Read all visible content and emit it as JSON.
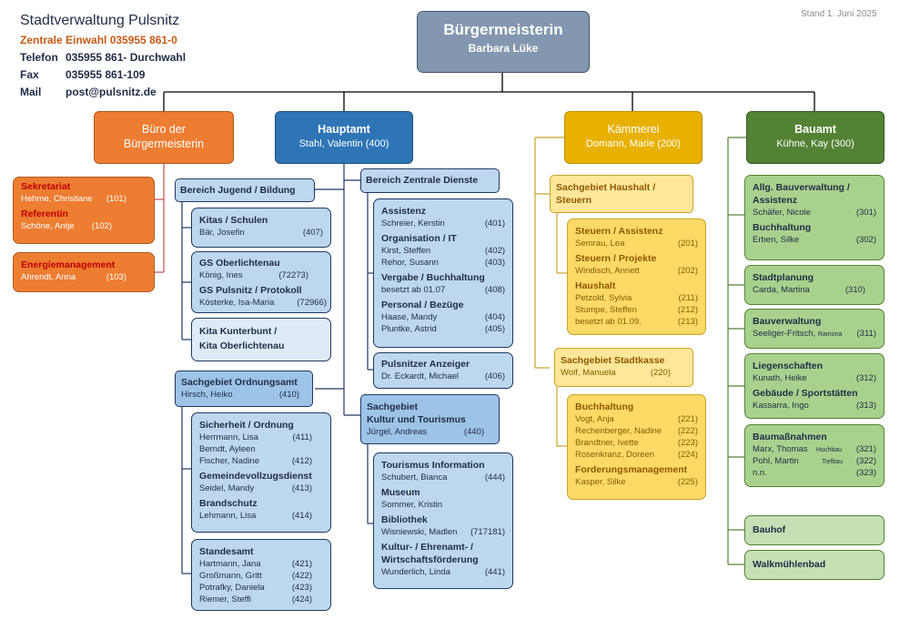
{
  "header": {
    "org": "Stadtverwaltung Pulsnitz",
    "central": "Zentrale Einwahl 035955 861-0",
    "phone_label": "Telefon",
    "phone": "035955 861- Durchwahl",
    "fax_label": "Fax",
    "fax": "035955 861-109",
    "mail_label": "Mail",
    "mail": "post@pulsnitz.de",
    "stand": "Stand 1. Juni 2025"
  },
  "mayor": {
    "title": "Bürgermeisterin",
    "name": "Barbara Lüke"
  },
  "departments": {
    "buero": {
      "title1": "Büro der",
      "title2": "Bürgermeisterin"
    },
    "hauptamt": {
      "title": "Hauptamt",
      "sub": "Stahl, Valentin (400)"
    },
    "kaemmerei": {
      "title": "Kämmerei",
      "sub": "Domann, Marie (200)"
    },
    "bauamt": {
      "title": "Bauamt",
      "sub": "Kühne, Kay (300)"
    }
  },
  "buero": {
    "sekretariat": "Sekretariat",
    "sek_name": "Hehme, Christiane",
    "sek_num": "(101)",
    "referentin": "Referentin",
    "ref_name": "Schöne, Antje",
    "ref_num": "(102)",
    "energie": "Energiemanagement",
    "en_name": "Ahrendt, Anna",
    "en_num": "(103)"
  },
  "jugend": {
    "title": "Bereich Jugend / Bildung",
    "kitas": "Kitas / Schulen",
    "kitas_name": "Bär, Josefin",
    "kitas_num": "(407)",
    "gs1": "GS Oberlichtenau",
    "gs1_name": "König, Ines",
    "gs1_num": "(72273)",
    "gs2": "GS Pulsnitz / Protokoll",
    "gs2_name": "Kösterke, Isa-Maria",
    "gs2_num": "(72966)",
    "kita1": "Kita Kunterbunt /",
    "kita2": "Kita Oberlichtenau"
  },
  "ordnung": {
    "title": "Sachgebiet Ordnungsamt",
    "name": "Hirsch, Heiko",
    "num": "(410)",
    "sicherheit": "Sicherheit / Ordnung",
    "s1": "Herrmann, Lisa",
    "s1n": "(411)",
    "s2": "Berndt, Ayleen",
    "s3": "Fischer, Nadine",
    "s3n": "(412)",
    "gvd": "Gemeindevollzugsdienst",
    "g1": "Seidel, Mandy",
    "g1n": "(413)",
    "brand": "Brandschutz",
    "b1": "Lehmann, Lisa",
    "b1n": "(414)",
    "standesamt": "Standesamt",
    "st1": "Hartmann, Jana",
    "st1n": "(421)",
    "st2": "Großmann, Gritt",
    "st2n": "(422)",
    "st3": "Potrafky, Daniela",
    "st3n": "(423)",
    "st4": "Riemer, Steffi",
    "st4n": "(424)"
  },
  "zentral": {
    "title": "Bereich Zentrale Dienste",
    "assistenz": "Assistenz",
    "a1": "Schreier, Kerstin",
    "a1n": "(401)",
    "orgit": "Organisation / IT",
    "o1": "Kirst, Steffen",
    "o1n": "(402)",
    "o2": "Rehor, Susann",
    "o2n": "(403)",
    "vergabe": "Vergabe / Buchhaltung",
    "v1": "besetzt ab 01.07",
    "v1n": "(408)",
    "personal": "Personal / Bezüge",
    "p1": "Haase, Mandy",
    "p1n": "(404)",
    "p2": "Pluntke, Astrid",
    "p2n": "(405)",
    "anzeiger": "Pulsnitzer Anzeiger",
    "an1": "Dr. Eckardt, Michael",
    "an1n": "(406)"
  },
  "kultur": {
    "title1": "Sachgebiet",
    "title2": "Kultur und Tourismus",
    "name": "Jürgel, Andreas",
    "num": "(440)",
    "ti": "Tourismus Information",
    "ti1": "Schubert, Bianca",
    "ti1n": "(444)",
    "museum": "Museum",
    "m1": "Sommer, Kristin",
    "bib": "Bibliothek",
    "bi1": "Wisniewski, Madlen",
    "bi1n": "(717181)",
    "kuw1": "Kultur- / Ehrenamt- /",
    "kuw2": "Wirtschaftsförderung",
    "k1": "Wunderlich, Linda",
    "k1n": "(441)"
  },
  "haushalt": {
    "title1": "Sachgebiet Haushalt /",
    "title2": "Steuern",
    "sa": "Steuern / Assistenz",
    "sa1": "Semrau, Lea",
    "sa1n": "(201)",
    "sp": "Steuern / Projekte",
    "sp1": "Windisch, Annett",
    "sp1n": "(202)",
    "hh": "Haushalt",
    "h1": "Petzold, Sylvia",
    "h1n": "(211)",
    "h2": "Stumpe, Steffen",
    "h2n": "(212)",
    "h3": "besetzt ab 01.09.",
    "h3n": "(213)"
  },
  "stadtkasse": {
    "title": "Sachgebiet Stadtkasse",
    "name": "Wolf, Manuela",
    "num": "(220)",
    "buch": "Buchhaltung",
    "bu1": "Vogt, Anja",
    "bu1n": "(221)",
    "bu2": "Rechenberger, Nadine",
    "bu2n": "(222)",
    "bu3": "Brandtner, Ivette",
    "bu3n": "(223)",
    "bu4": "Rosenkranz, Doreen",
    "bu4n": "(224)",
    "ford": "Forderungsmanagement",
    "f1": "Kasper, Silke",
    "f1n": "(225)"
  },
  "bau": {
    "abv1": "Allg. Bauverwaltung /",
    "abv2": "Assistenz",
    "abv_name": "Schäfer, Nicole",
    "abv_num": "(301)",
    "buchh": "Buchhaltung",
    "bh_name": "Erben, Silke",
    "bh_num": "(302)",
    "stadtpl": "Stadtplanung",
    "sp_name": "Carda, Martina",
    "sp_num": "(310)",
    "bauverw": "Bauverwaltung",
    "bv_name": "Seeliger-Fritsch,",
    "bv_small": "Ramona",
    "bv_num": "(311)",
    "lieg": "Liegenschaften",
    "l_name": "Kunath, Heike",
    "l_num": "(312)",
    "geb": "Gebäude / Sportstätten",
    "g_name": "Kassarra, Ingo",
    "g_num": "(313)",
    "baum": "Baumaßnahmen",
    "bm1": "Marx, Thomas",
    "bm1s": "Hochbau",
    "bm1n": "(321)",
    "bm2": "Pohl, Martin",
    "bm2s": "Tiefbau",
    "bm2n": "(322)",
    "bm3": "n.n.",
    "bm3n": "(323)",
    "bauhof": "Bauhof",
    "walk": "Walkmühlenbad"
  }
}
